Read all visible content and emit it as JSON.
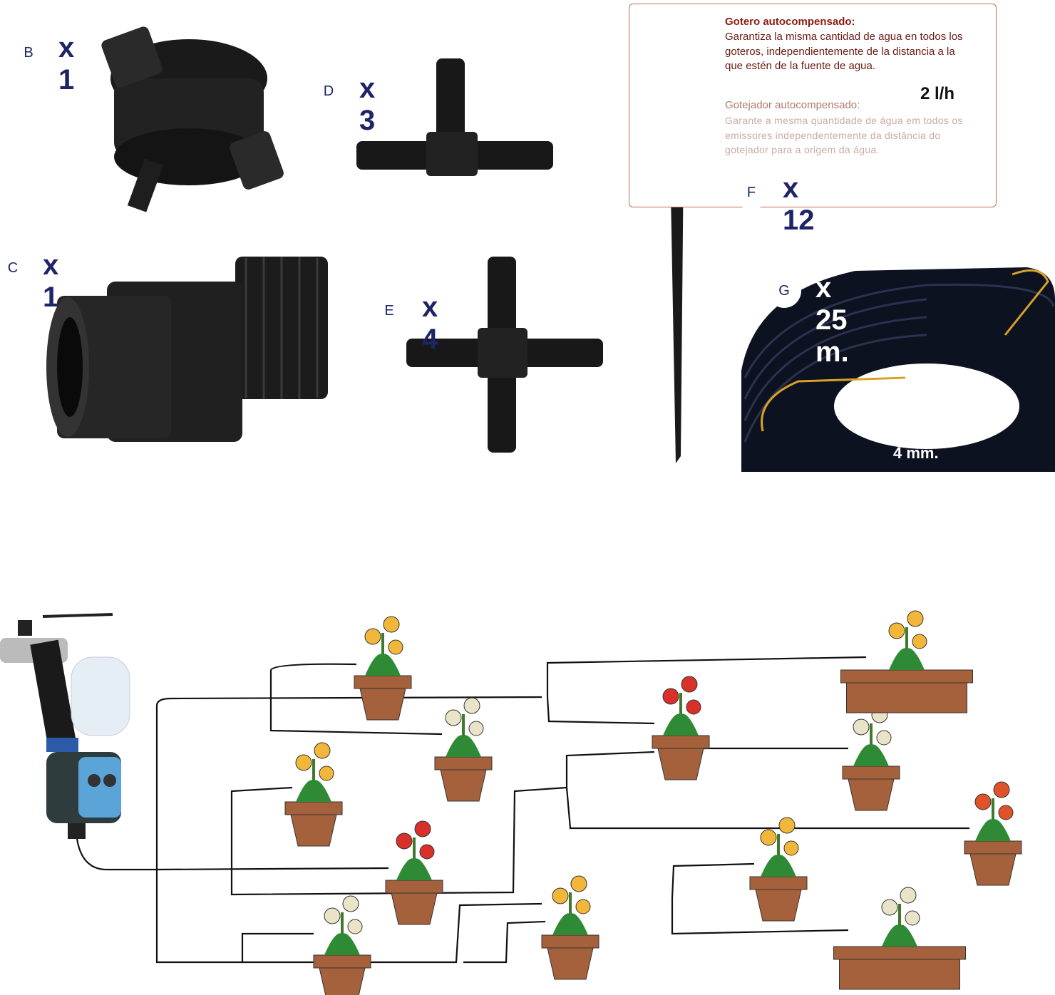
{
  "parts": [
    {
      "letter": "B",
      "quantity": "x 1"
    },
    {
      "letter": "C",
      "quantity": "x 1"
    },
    {
      "letter": "D",
      "quantity": "x 3"
    },
    {
      "letter": "E",
      "quantity": "x 4"
    },
    {
      "letter": "F",
      "quantity": "x 12"
    },
    {
      "letter": "G",
      "quantity": "x 25 m."
    }
  ],
  "dripper_info": {
    "es_title": "Gotero autocompensado:",
    "es_body": "Garantiza la misma cantidad de agua en todos los goteros, independientemente de la distancia a la que estén de la fuente de agua.",
    "pt_title": "Gotejador autocompensado:",
    "pt_body": "Garante a mesma quantidade de água em todos os emissores independentemente da distância do gotejador para a origem da água.",
    "flow_rate": "2 l/h"
  },
  "hose": {
    "diameter": "4 mm."
  },
  "colors": {
    "label": "#1d2566",
    "info_title": "#8c1c10",
    "info_border": "#c46a55",
    "pot": "#a5603c",
    "tube": "#111111"
  }
}
